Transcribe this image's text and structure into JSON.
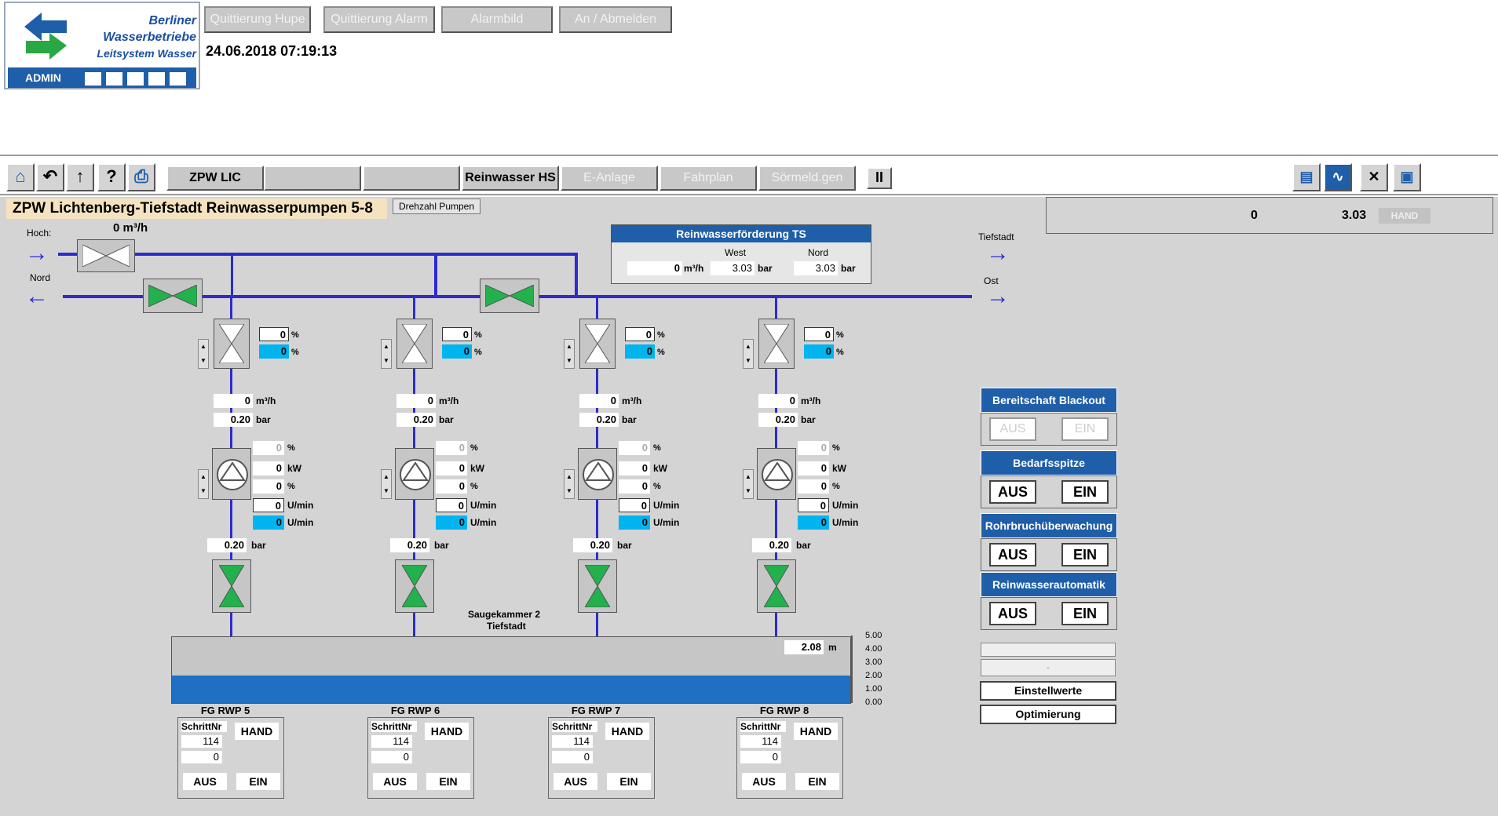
{
  "header": {
    "logo": {
      "line1": "Berliner",
      "line2": "Wasserbetriebe",
      "line3": "Leitsystem Wasser",
      "user": "ADMIN"
    },
    "buttons": [
      "Quittierung Hupe",
      "Quittierung Alarm",
      "Alarmbild",
      "An / Abmelden"
    ],
    "datetime": "24.06.2018 07:19:13"
  },
  "toolbar": {
    "tabs": [
      "ZPW LIC",
      "",
      "",
      "Reinwasser HS",
      "E-Anlage",
      "Fahrplan",
      "Sörmeld.gen"
    ],
    "pause_label": "II"
  },
  "page": {
    "title": "ZPW Lichtenberg-Tiefstadt Reinwasserpumpen 5-8",
    "title_button": "Drehzahl Pumpen"
  },
  "status": {
    "value1": "0",
    "value2": "3.03",
    "mode": "HAND"
  },
  "pipes": {
    "hoch_label": "Hoch:",
    "nord_label": "Nord",
    "top_flow_value": "0",
    "top_flow_unit": "m³/h",
    "tiefstadt_label": "Tiefstadt",
    "ost_label": "Ost"
  },
  "rwf": {
    "title": "Reinwasserförderung TS",
    "col_west": "West",
    "col_nord": "Nord",
    "flow": "0",
    "flow_unit": "m³/h",
    "west": "3.03",
    "nord": "3.03",
    "unit_bar": "bar"
  },
  "units": {
    "pct": "%",
    "kw": "kW",
    "umin": "U/min",
    "m3h": "m³/h",
    "bar": "bar",
    "m": "m"
  },
  "pumps": [
    {
      "valve_top": "0",
      "valve_top_fb": "0",
      "flow": "0",
      "press_upper": "0.20",
      "p1": "0",
      "kw": "0",
      "p2": "0",
      "rpm_set": "0",
      "rpm_act": "0",
      "press_lower": "0.20",
      "fg": {
        "title": "FG RWP 5",
        "schritt_label": "SchrittNr",
        "schritt": "114",
        "value": "0",
        "mode": "HAND",
        "aus": "AUS",
        "ein": "EIN"
      }
    },
    {
      "valve_top": "0",
      "valve_top_fb": "0",
      "flow": "0",
      "press_upper": "0.20",
      "p1": "0",
      "kw": "0",
      "p2": "0",
      "rpm_set": "0",
      "rpm_act": "0",
      "press_lower": "0.20",
      "fg": {
        "title": "FG RWP 6",
        "schritt_label": "SchrittNr",
        "schritt": "114",
        "value": "0",
        "mode": "HAND",
        "aus": "AUS",
        "ein": "EIN"
      }
    },
    {
      "valve_top": "0",
      "valve_top_fb": "0",
      "flow": "0",
      "press_upper": "0.20",
      "p1": "0",
      "kw": "0",
      "p2": "0",
      "rpm_set": "0",
      "rpm_act": "0",
      "press_lower": "0.20",
      "fg": {
        "title": "FG RWP 7",
        "schritt_label": "SchrittNr",
        "schritt": "114",
        "value": "0",
        "mode": "HAND",
        "aus": "AUS",
        "ein": "EIN"
      }
    },
    {
      "valve_top": "0",
      "valve_top_fb": "0",
      "flow": "0",
      "press_upper": "0.20",
      "p1": "0",
      "kw": "0",
      "p2": "0",
      "rpm_set": "0",
      "rpm_act": "0",
      "press_lower": "0.20",
      "fg": {
        "title": "FG RWP 8",
        "schritt_label": "SchrittNr",
        "schritt": "114",
        "value": "0",
        "mode": "HAND",
        "aus": "AUS",
        "ein": "EIN"
      }
    }
  ],
  "tank": {
    "label_line1": "Saugekammer 2",
    "label_line2": "Tiefstadt",
    "level": "2.08",
    "level_fraction": 0.42,
    "scale": [
      "5.00",
      "4.00",
      "3.00",
      "2.00",
      "1.00",
      "0.00"
    ]
  },
  "panels": [
    {
      "title": "Bereitschaft Blackout",
      "aus": "AUS",
      "ein": "EIN",
      "disabled": true
    },
    {
      "title": "Bedarfsspitze",
      "aus": "AUS",
      "ein": "EIN",
      "disabled": false
    },
    {
      "title": "Rohrbruchüberwachung",
      "aus": "AUS",
      "ein": "EIN",
      "disabled": false
    },
    {
      "title": "Reinwasserautomatik",
      "aus": "AUS",
      "ein": "EIN",
      "disabled": false
    }
  ],
  "side": {
    "field2": "-",
    "einstellwerte": "Einstellwerte",
    "optimierung": "Optimierung"
  },
  "colors": {
    "pipe": "#2c2ccc",
    "accent": "#1f5ea8",
    "valve_open": "#22b14c",
    "setpoint": "#00b4f0"
  }
}
